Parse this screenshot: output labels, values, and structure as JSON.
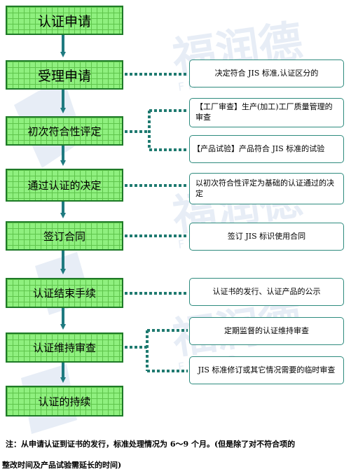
{
  "watermark": {
    "brand": "福润德",
    "tagline": "F R I E N D"
  },
  "steps": [
    {
      "label": "认证申请"
    },
    {
      "label": "受理申请"
    },
    {
      "label": "初次符合性评定"
    },
    {
      "label": "通过认证的决定"
    },
    {
      "label": "签订合同"
    },
    {
      "label": "认证结束手续"
    },
    {
      "label": "认证维持审查"
    },
    {
      "label": "认证的持续"
    }
  ],
  "notes": {
    "accept": "决定符合 JIS 标准,认证区分的",
    "factory_audit": "【工厂审查】生产(加工)工厂质量管理的审查",
    "product_test": "【产品试验】产品符合 JIS 标准的试验",
    "decision": "以初次符合性评定为基础的认证通过的决定",
    "contract": "签订 JIS 标识使用合同",
    "completion": "认证书的发行、认证产品的公示",
    "periodic": "定期监督的认证维持审查",
    "temporary": "JIS 标准修订或其它情况需要的临时审查"
  },
  "footnote": {
    "line1": "注：从申请认证到证书的发行，标准处理情况为 6～9 个月。(但是除了对不符合项的",
    "line2": "整改时间及产品试验需延长的时间)"
  },
  "colors": {
    "step_fill": "#8ff07f",
    "step_grid": "#5fc44c",
    "step_border": "#1f7a28",
    "arrow": "#1f7a80",
    "dotted_line": "#1f7a70",
    "note_border": "#2e8b7e"
  }
}
